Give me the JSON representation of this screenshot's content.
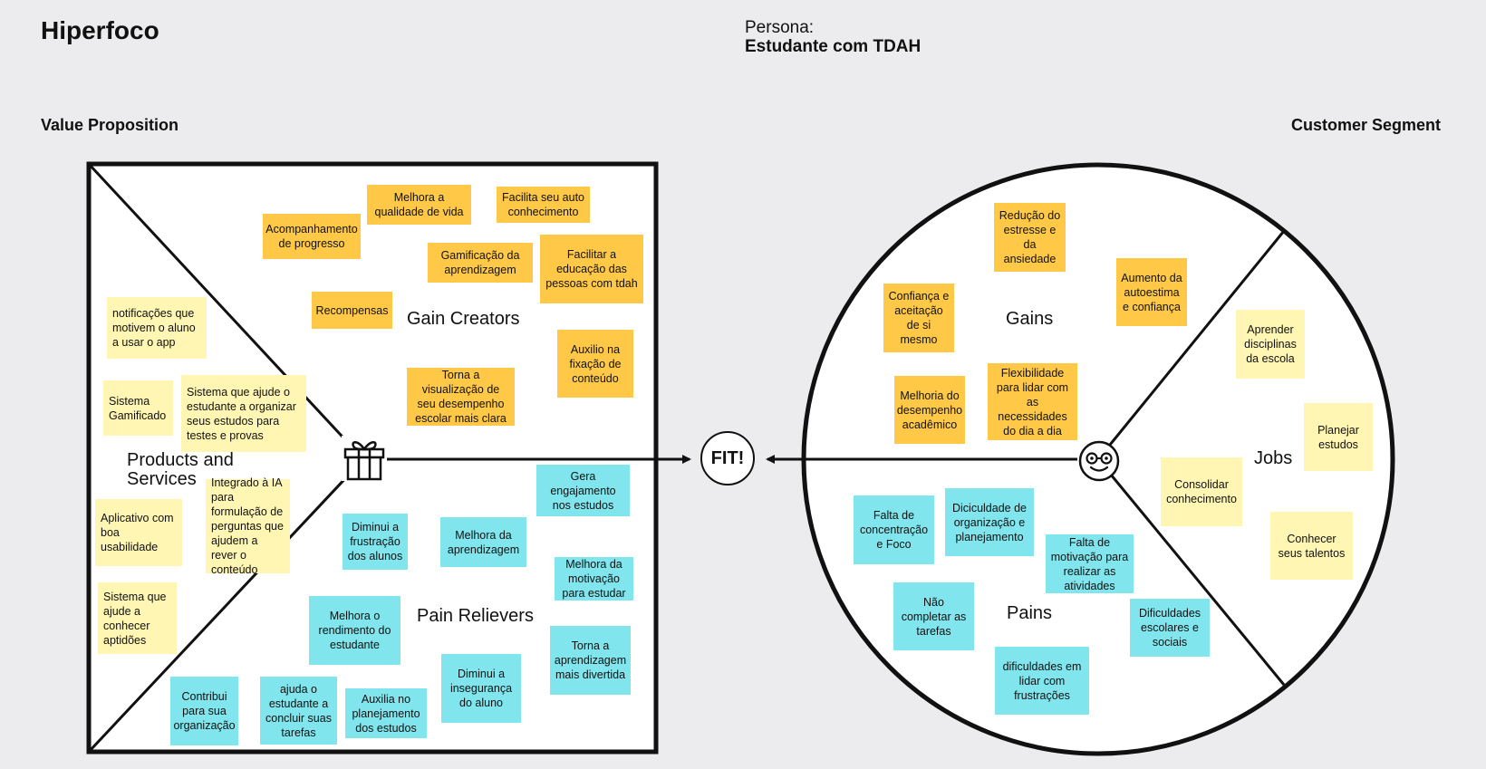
{
  "header": {
    "title": "Hiperfoco",
    "persona_label": "Persona:",
    "persona_name": "Estudante com TDAH"
  },
  "sections": {
    "value_proposition": "Value Proposition",
    "customer_segment": "Customer Segment"
  },
  "areas": {
    "gain_creators": "Gain Creators",
    "products_services": "Products and Services",
    "pain_relievers": "Pain Relievers",
    "gains": "Gains",
    "jobs": "Jobs",
    "pains": "Pains"
  },
  "fit_label": "FIT!",
  "icons": {
    "center_left": "gift-icon",
    "center_right": "smiley-glasses-icon"
  },
  "colors": {
    "background": "#ECECEE",
    "yellow_note": "#FFF6B3",
    "orange_note": "#FFC947",
    "cyan_note": "#80E5EC"
  },
  "notes": {
    "gain_creators": [
      "Melhora a qualidade de vida",
      "Facilita seu auto conhecimento",
      "Acompanhamento de progresso",
      "Gamificação da aprendizagem",
      "Facilitar a educação das pessoas com tdah",
      "Recompensas",
      "Auxilio na fixação de conteúdo",
      "Torna a visualização de seu desempenho escolar mais clara"
    ],
    "products_services": [
      "notificações que motivem o aluno a usar o app",
      "Sistema Gamificado",
      "Sistema que ajude o estudante a organizar seus estudos para testes e provas",
      "Integrado à IA para formulação de perguntas que ajudem a rever o conteúdo",
      "Aplicativo com boa usabilidade",
      "Sistema que ajude a conhecer aptidões"
    ],
    "pain_relievers": [
      "Gera engajamento nos estudos",
      "Diminui a frustração dos alunos",
      "Melhora da aprendizagem",
      "Melhora da motivação para estudar",
      "Melhora o rendimento do estudante",
      "Torna a aprendizagem mais divertida",
      "Diminui a insegurança do aluno",
      "Contribui para sua organização",
      "ajuda o estudante a concluir suas tarefas",
      "Auxilia no planejamento dos estudos"
    ],
    "gains": [
      "Redução do estresse e da ansiedade",
      "Confiança e aceitação de si mesmo",
      "Aumento da autoestima e confiança",
      "Melhoria do desempenho acadêmico",
      "Flexibilidade para lidar com as necessidades do dia a dia"
    ],
    "jobs": [
      "Aprender disciplinas da escola",
      "Planejar estudos",
      "Consolidar conhecimento",
      "Conhecer seus talentos"
    ],
    "pains": [
      "Falta de concentração e Foco",
      "Diciculdade de organização e planejamento",
      "Falta de motivação para realizar as atividades",
      "Não completar as tarefas",
      "Dificuldades escolares e sociais",
      "dificuldades em lidar com frustrações"
    ]
  }
}
